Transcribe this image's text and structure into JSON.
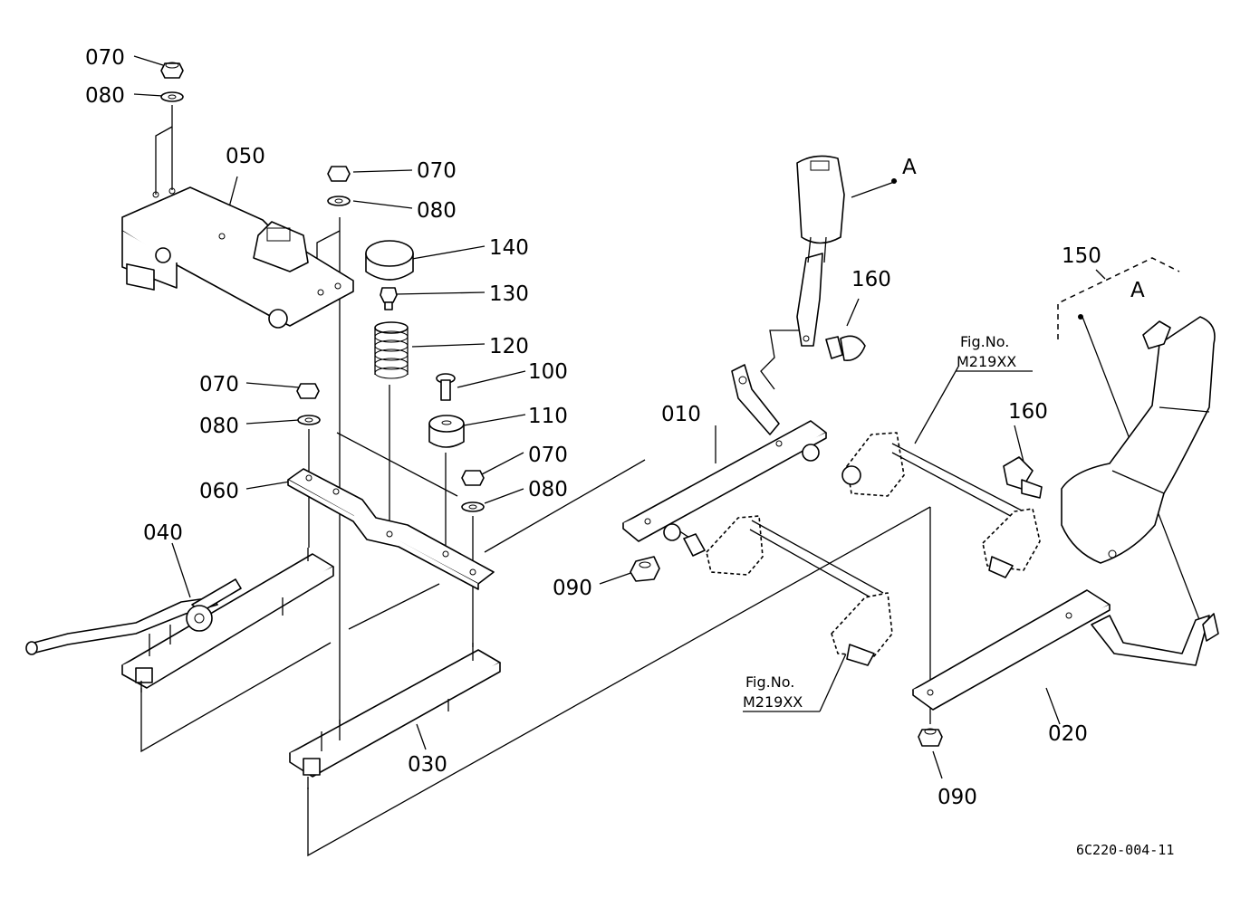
{
  "diagram": {
    "labels": {
      "p070_a": "070",
      "p080_a": "080",
      "p050": "050",
      "p070_b": "070",
      "p080_b": "080",
      "p140": "140",
      "p130": "130",
      "p120": "120",
      "p070_c": "070",
      "p080_c": "080",
      "p100": "100",
      "p110": "110",
      "p070_d": "070",
      "p080_d": "080",
      "p060": "060",
      "p040": "040",
      "p030": "030",
      "p090_a": "090",
      "p010": "010",
      "p160_a": "160",
      "p160_b": "160",
      "p150": "150",
      "p020": "020",
      "p090_b": "090",
      "ref_a1": "A",
      "ref_a2": "A"
    },
    "fig_refs": {
      "ref1_line1": "Fig.No.",
      "ref1_line2": "M219XX",
      "ref2_line1": "Fig.No.",
      "ref2_line2": "M219XX"
    },
    "footer_code": "6C220-004-11"
  }
}
